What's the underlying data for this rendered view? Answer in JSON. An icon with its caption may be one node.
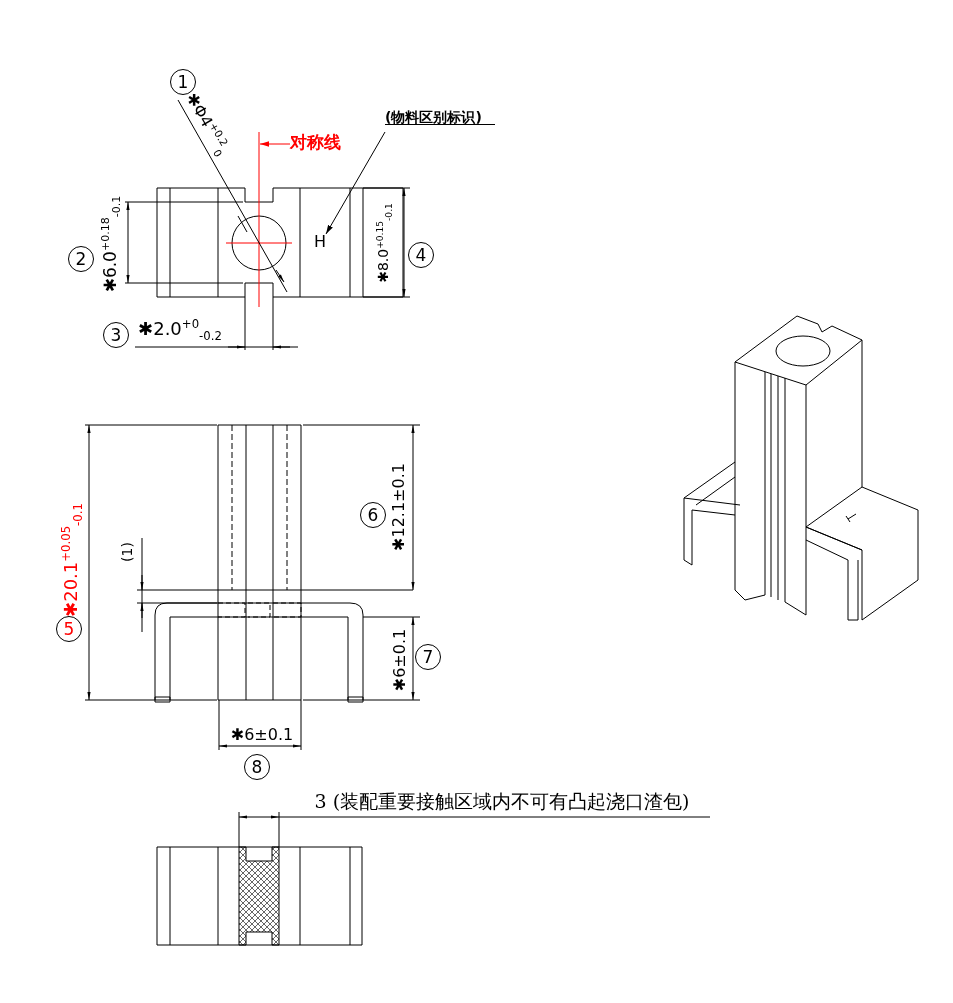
{
  "diagram": {
    "nodes": [
      {
        "text": [
          "对称线"
        ]
      },
      {
        "text": [
          "(物料区别标识)"
        ]
      },
      {
        "text": [
          "H"
        ]
      }
    ],
    "edges": [
      {
        "from": 0,
        "to": null,
        "arrow": "to",
        "color": "#ff0000"
      },
      {
        "from": 1,
        "to": 2,
        "arrow": "to",
        "color": "#000000"
      }
    ],
    "labels": [
      "1",
      "✱Φ4$^{+0.2}$$_{0}$",
      "2",
      "✱6.0$^{+0.18}$$_{-0.1}$",
      "✱8.0$^{+0.15}$$_{-0.1}$",
      "4",
      "3",
      "✱2.0$^{+0}$$_{-0.2}$",
      "(1)",
      "6",
      "✱12.1±0.1",
      "5",
      "✱20.1$^{+0.05}$$_{-0.1}$",
      "✱6±0.1",
      "7",
      "✱6±0.1",
      "8",
      "3 (装配重要接触区域内不可有凸起浇口渣包)"
    ]
  }
}
